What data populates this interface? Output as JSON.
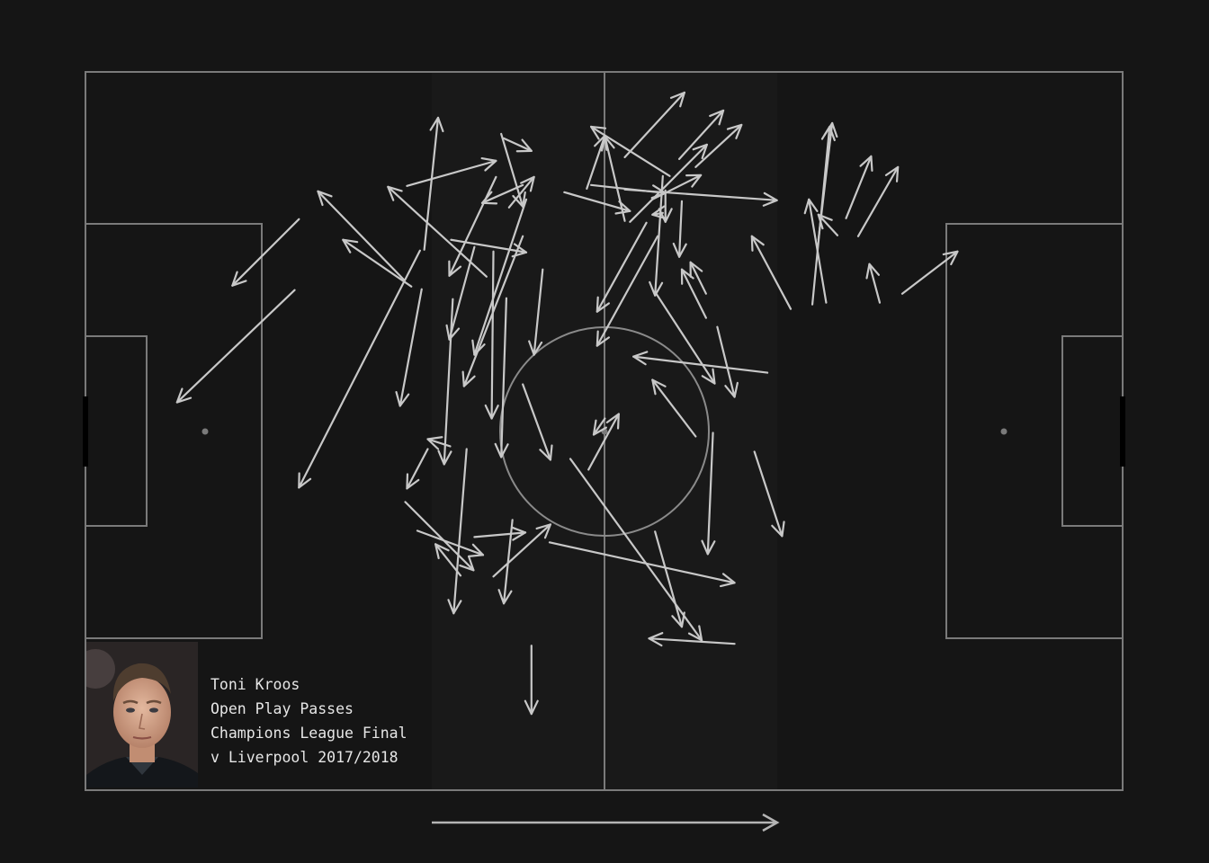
{
  "caption": {
    "player": "Toni Kroos",
    "metric": "Open Play Passes",
    "competition": "Champions League Final",
    "fixture": "v Liverpool 2017/2018"
  },
  "photo": {
    "alt": "Toni Kroos headshot"
  },
  "colors": {
    "background": "#151515",
    "pitch_lines": "#7a7a7a",
    "pass_arrows": "#c8c8c8",
    "text": "#e6e6e6"
  },
  "pitch": {
    "length": 120,
    "width": 80
  },
  "chart_data": {
    "type": "pass-map",
    "direction_of_play": "left-to-right",
    "passes": [
      [
        24.7,
        16.4,
        17.0,
        23.8
      ],
      [
        24.2,
        24.3,
        10.6,
        36.8
      ],
      [
        36.8,
        23.1,
        26.9,
        13.3
      ],
      [
        46.4,
        22.8,
        35.0,
        12.8
      ],
      [
        42.3,
        18.7,
        51.0,
        20.1
      ],
      [
        37.2,
        12.7,
        47.5,
        9.9
      ],
      [
        39.2,
        19.8,
        40.8,
        5.1
      ],
      [
        45.0,
        19.5,
        42.1,
        29.8
      ],
      [
        47.5,
        11.7,
        42.1,
        22.7
      ],
      [
        50.6,
        12.6,
        45.9,
        14.6
      ],
      [
        50.6,
        18.3,
        43.8,
        35.0
      ],
      [
        48.4,
        7.4,
        51.6,
        8.8
      ],
      [
        48.1,
        6.9,
        50.6,
        15.0
      ],
      [
        49.0,
        15.1,
        51.9,
        11.7
      ],
      [
        51.0,
        14.2,
        45.0,
        31.5
      ],
      [
        52.9,
        22.0,
        51.9,
        31.5
      ],
      [
        55.4,
        13.4,
        63.0,
        15.5
      ],
      [
        58.0,
        13.0,
        60.1,
        7.1
      ],
      [
        58.5,
        12.6,
        67.1,
        13.5
      ],
      [
        62.4,
        16.6,
        60.1,
        7.2
      ],
      [
        63.0,
        16.7,
        71.9,
        8.1
      ],
      [
        64.9,
        16.8,
        59.2,
        26.7
      ],
      [
        62.4,
        9.5,
        69.3,
        2.3
      ],
      [
        67.6,
        11.6,
        58.5,
        6.1
      ],
      [
        67.1,
        13.2,
        67.1,
        16.7
      ],
      [
        69.0,
        14.4,
        68.7,
        20.6
      ],
      [
        66.8,
        11.6,
        65.9,
        24.9
      ],
      [
        65.9,
        24.5,
        72.8,
        34.7
      ],
      [
        73.1,
        28.4,
        75.1,
        36.2
      ],
      [
        62.4,
        13.1,
        80.0,
        14.3
      ],
      [
        65.6,
        14.2,
        71.2,
        11.5
      ],
      [
        68.7,
        9.7,
        73.8,
        4.3
      ],
      [
        70.6,
        10.6,
        75.9,
        5.9
      ],
      [
        66.2,
        18.3,
        59.2,
        30.5
      ],
      [
        66.8,
        15.7,
        65.6,
        15.9
      ],
      [
        81.6,
        26.4,
        77.1,
        18.3
      ],
      [
        84.8,
        18.7,
        86.4,
        5.7
      ],
      [
        84.1,
        25.9,
        86.1,
        6.1
      ],
      [
        85.7,
        25.7,
        83.7,
        14.2
      ],
      [
        87.0,
        18.2,
        84.8,
        15.9
      ],
      [
        88.0,
        16.3,
        90.9,
        9.4
      ],
      [
        89.4,
        18.3,
        94.0,
        10.6
      ],
      [
        91.9,
        25.7,
        90.7,
        21.4
      ],
      [
        94.5,
        24.7,
        100.9,
        20.0
      ],
      [
        71.8,
        27.4,
        69.0,
        22.0
      ],
      [
        71.8,
        24.7,
        70.0,
        21.2
      ],
      [
        60.1,
        38.6,
        58.8,
        40.4
      ],
      [
        70.6,
        40.6,
        65.6,
        34.3
      ],
      [
        38.9,
        24.2,
        36.4,
        37.2
      ],
      [
        37.7,
        23.9,
        29.8,
        18.7
      ],
      [
        42.2,
        41.7,
        39.6,
        40.9
      ],
      [
        42.5,
        25.3,
        41.5,
        43.7
      ],
      [
        47.2,
        20.0,
        47.0,
        38.6
      ],
      [
        50.6,
        34.8,
        53.8,
        43.2
      ],
      [
        48.7,
        25.2,
        48.1,
        42.9
      ],
      [
        39.6,
        42.0,
        37.2,
        46.4
      ],
      [
        38.4,
        51.1,
        46.0,
        53.8
      ],
      [
        45.0,
        51.8,
        50.9,
        51.3
      ],
      [
        47.2,
        56.2,
        53.8,
        50.4
      ],
      [
        43.4,
        56.1,
        40.5,
        52.6
      ],
      [
        53.7,
        52.4,
        75.1,
        56.9
      ],
      [
        51.6,
        63.9,
        51.6,
        71.5
      ],
      [
        49.4,
        49.9,
        48.4,
        59.2
      ],
      [
        44.1,
        42.0,
        42.6,
        60.3
      ],
      [
        56.1,
        43.1,
        71.3,
        63.3
      ],
      [
        65.9,
        51.2,
        69.0,
        61.8
      ],
      [
        58.2,
        44.3,
        61.7,
        38.1
      ],
      [
        37.0,
        47.9,
        44.9,
        55.5
      ],
      [
        77.4,
        42.3,
        80.6,
        51.7
      ],
      [
        75.1,
        63.7,
        65.2,
        63.1
      ],
      [
        72.6,
        40.2,
        72.0,
        53.7
      ],
      [
        78.9,
        33.5,
        63.4,
        31.7
      ],
      [
        38.7,
        19.9,
        24.7,
        46.3
      ]
    ]
  }
}
